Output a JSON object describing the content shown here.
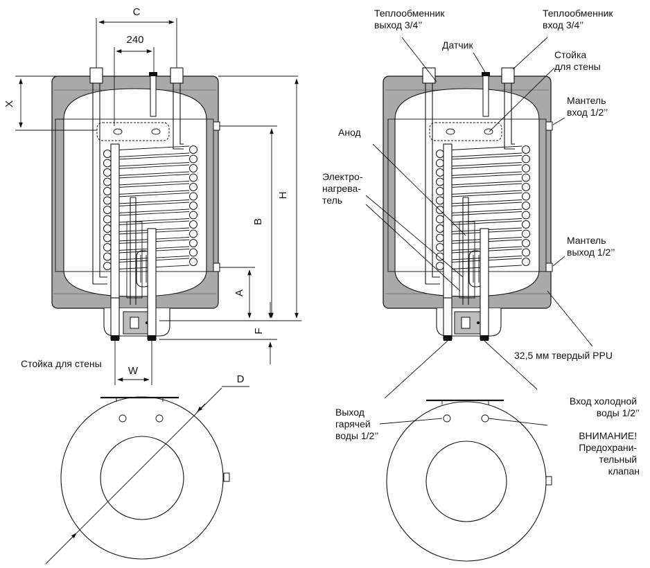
{
  "left": {
    "dim_c": "C",
    "dim_240": "240",
    "dim_x": "X",
    "dim_h": "H",
    "dim_b": "B",
    "dim_a": "A",
    "dim_f": "F",
    "dim_w": "W",
    "dim_d": "D",
    "wall_bracket": "Стойка для стены"
  },
  "right": {
    "exchanger_out": [
      "Теплообменник",
      "выход 3/4’’"
    ],
    "exchanger_in": [
      "Теплообменник",
      "вход 3/4’’"
    ],
    "sensor": "Датчик",
    "wall_bracket": [
      "Стойка",
      "для стены"
    ],
    "anode": "Анод",
    "heater": [
      "Электро-",
      "нагрева-",
      "тель"
    ],
    "mantle_in": [
      "Мантель",
      "вход 1/2’’"
    ],
    "mantle_out": [
      "Мантель",
      "выход  1/2’’"
    ],
    "insulation": "32,5 мм твердый PPU",
    "hot_out": [
      "Выход",
      "гарячей",
      "воды 1/2’’"
    ],
    "cold_in": [
      "Вход холодной",
      "воды  1/2’’"
    ],
    "warning": [
      "ВНИМАНИЕ!",
      "Предохрани-",
      "тельный",
      "клапан"
    ]
  },
  "colors": {
    "shell": "#a9a9a9",
    "stroke": "#111111",
    "background": "#ffffff"
  }
}
